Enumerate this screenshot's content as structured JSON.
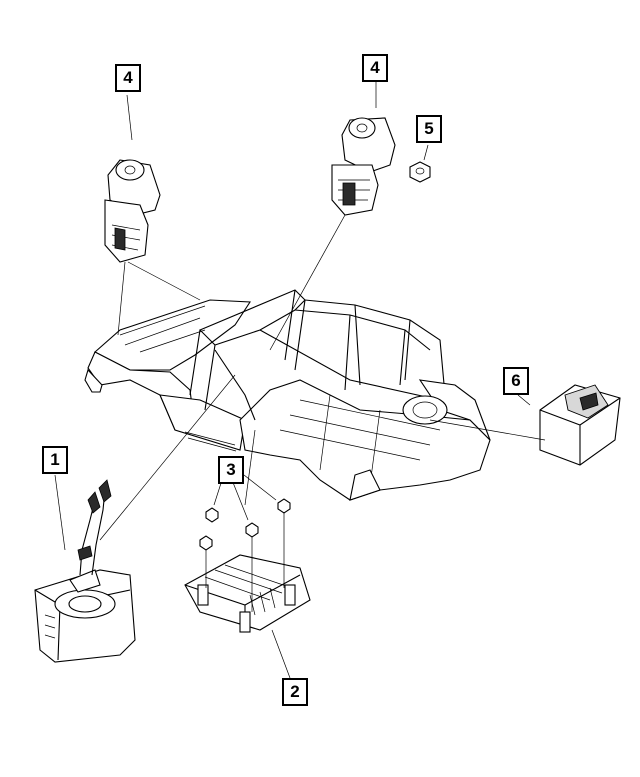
{
  "callouts": [
    {
      "id": "callout-1",
      "label": "1"
    },
    {
      "id": "callout-2",
      "label": "2"
    },
    {
      "id": "callout-3",
      "label": "3"
    },
    {
      "id": "callout-4a",
      "label": "4"
    },
    {
      "id": "callout-4b",
      "label": "4"
    },
    {
      "id": "callout-5",
      "label": "5"
    },
    {
      "id": "callout-6",
      "label": "6"
    }
  ]
}
